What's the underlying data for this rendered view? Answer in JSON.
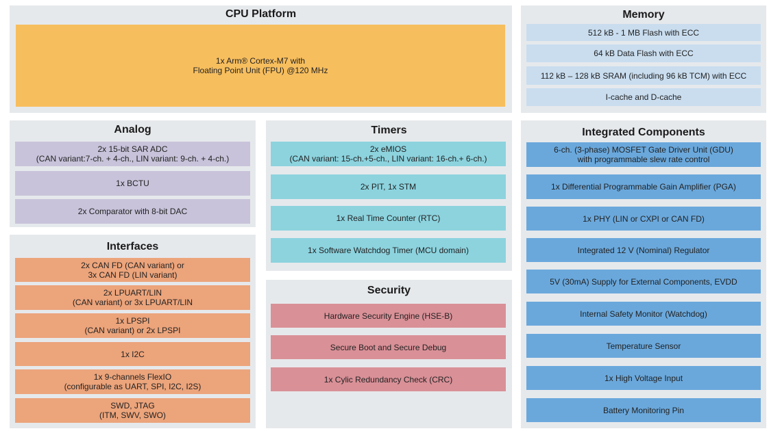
{
  "cpu": {
    "title": "CPU Platform",
    "core_line1": "1x Arm® Cortex-M7 with",
    "core_line2": "Floating Point Unit (FPU) @120 MHz"
  },
  "memory": {
    "title": "Memory",
    "items": [
      "512 kB - 1 MB Flash with ECC",
      "64 kB Data Flash with ECC",
      "112 kB – 128 kB SRAM (including 96 kB TCM) with ECC",
      "I-cache and D-cache"
    ]
  },
  "analog": {
    "title": "Analog",
    "items": [
      {
        "line1": "2x 15-bit SAR ADC",
        "line2": "(CAN variant:7-ch. + 4-ch., LIN variant: 9-ch. + 4-ch.)"
      },
      {
        "line1": "1x BCTU"
      },
      {
        "line1": "2x Comparator with 8-bit DAC"
      }
    ]
  },
  "timers": {
    "title": "Timers",
    "items": [
      {
        "line1": "2x eMIOS",
        "line2": "(CAN variant: 15-ch.+5-ch., LIN variant: 16-ch.+ 6-ch.)"
      },
      {
        "line1": "2x PIT, 1x STM"
      },
      {
        "line1": "1x Real Time Counter (RTC)"
      },
      {
        "line1": "1x Software Watchdog Timer (MCU domain)"
      }
    ]
  },
  "security": {
    "title": "Security",
    "items": [
      "Hardware Security Engine (HSE-B)",
      "Secure Boot and Secure Debug",
      "1x Cylic Redundancy Check (CRC)"
    ]
  },
  "integrated": {
    "title": "Integrated Components",
    "items": [
      {
        "line1": "6-ch. (3-phase) MOSFET Gate Driver Unit (GDU)",
        "line2": "with programmable slew rate control"
      },
      {
        "line1": "1x Differential Programmable Gain Amplifier (PGA)"
      },
      {
        "line1": "1x PHY (LIN or CXPI or CAN FD)"
      },
      {
        "line1": "Integrated 12 V (Nominal) Regulator"
      },
      {
        "line1": "5V (30mA) Supply for External Components, EVDD"
      },
      {
        "line1": "Internal Safety Monitor (Watchdog)"
      },
      {
        "line1": "Temperature Sensor"
      },
      {
        "line1": "1x High Voltage Input"
      },
      {
        "line1": "Battery Monitoring Pin"
      }
    ]
  },
  "interfaces": {
    "title": "Interfaces",
    "items": [
      {
        "line1": "2x CAN FD (CAN variant) or",
        "line2": "3x CAN FD (LIN variant)"
      },
      {
        "line1": "2x LPUART/LIN",
        "line2": "(CAN variant) or 3x LPUART/LIN"
      },
      {
        "line1": "1x LPSPI",
        "line2": "(CAN variant) or 2x LPSPI"
      },
      {
        "line1": "1x I2C"
      },
      {
        "line1": "1x 9-channels FlexIO",
        "line2": "(configurable as UART, SPI, I2C, I2S)"
      },
      {
        "line1": "SWD, JTAG",
        "line2": "(ITM, SWV, SWO)"
      }
    ]
  }
}
